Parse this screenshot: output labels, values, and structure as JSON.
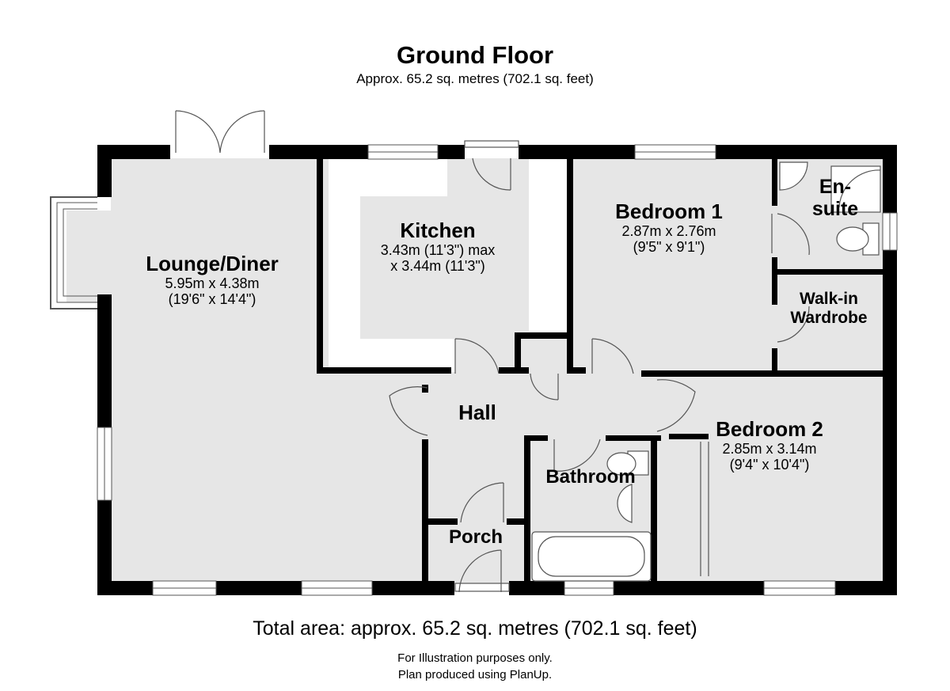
{
  "header": {
    "title": "Ground Floor",
    "subtitle": "Approx. 65.2 sq. metres (702.1 sq. feet)"
  },
  "rooms": {
    "lounge": {
      "name": "Lounge/Diner",
      "dim1": "5.95m x 4.38m",
      "dim2": "(19'6\" x 14'4\")"
    },
    "kitchen": {
      "name": "Kitchen",
      "dim1": "3.43m (11'3\") max",
      "dim2": "x 3.44m (11'3\")"
    },
    "bedroom1": {
      "name": "Bedroom 1",
      "dim1": "2.87m x 2.76m",
      "dim2": "(9'5\" x 9'1\")"
    },
    "ensuite": {
      "name1": "En-",
      "name2": "suite"
    },
    "wardrobe": {
      "name1": "Walk-in",
      "name2": "Wardrobe"
    },
    "hall": {
      "name": "Hall"
    },
    "bedroom2": {
      "name": "Bedroom 2",
      "dim1": "2.85m x 3.14m",
      "dim2": "(9'4\" x 10'4\")"
    },
    "bathroom": {
      "name": "Bathroom"
    },
    "porch": {
      "name": "Porch"
    }
  },
  "footer": {
    "total": "Total area: approx. 65.2 sq. metres (702.1 sq. feet)",
    "note1": "For Illustration purposes only.",
    "note2": "Plan produced using PlanUp."
  },
  "colors": {
    "wall": "#000000",
    "floor": "#e6e6e6",
    "background": "#ffffff",
    "fixture": "#ffffff",
    "line": "#555555"
  }
}
